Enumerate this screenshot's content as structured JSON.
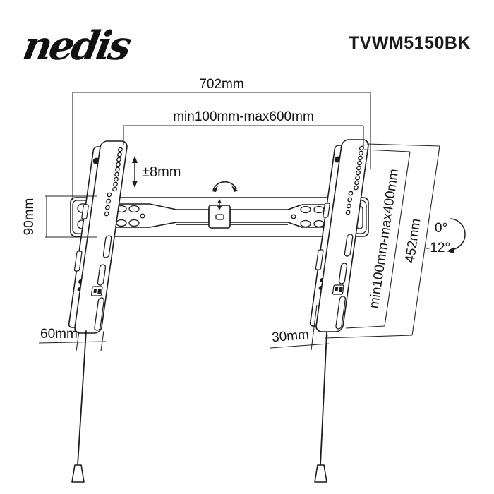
{
  "header": {
    "brand": "nedis",
    "model": "TVWM5150BK"
  },
  "dimensions": {
    "total_width": "702mm",
    "mount_width_range": "min100mm-max600mm",
    "height_adjustment": "±8mm",
    "wall_plate_height": "90mm",
    "mount_height_range": "min100mm-max400mm",
    "bracket_length": "452mm",
    "tilt_from": "0°",
    "tilt_to": "-12°",
    "left_bottom_width": "60mm",
    "right_bottom_offset": "30mm"
  },
  "colors": {
    "line": "#1c1c1c",
    "background": "#ffffff"
  }
}
